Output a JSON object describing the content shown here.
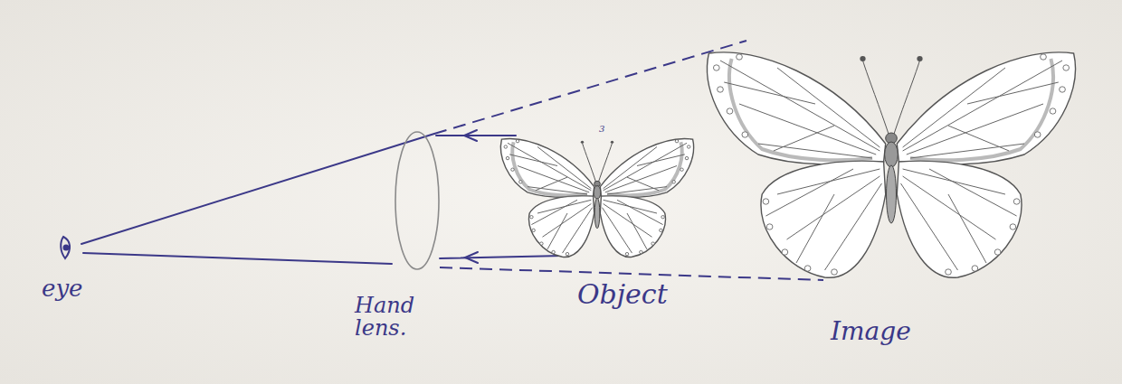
{
  "diagram": {
    "labels": [
      "eye",
      "Hand lens.",
      "Object",
      "Image",
      "3"
    ]
  }
}
